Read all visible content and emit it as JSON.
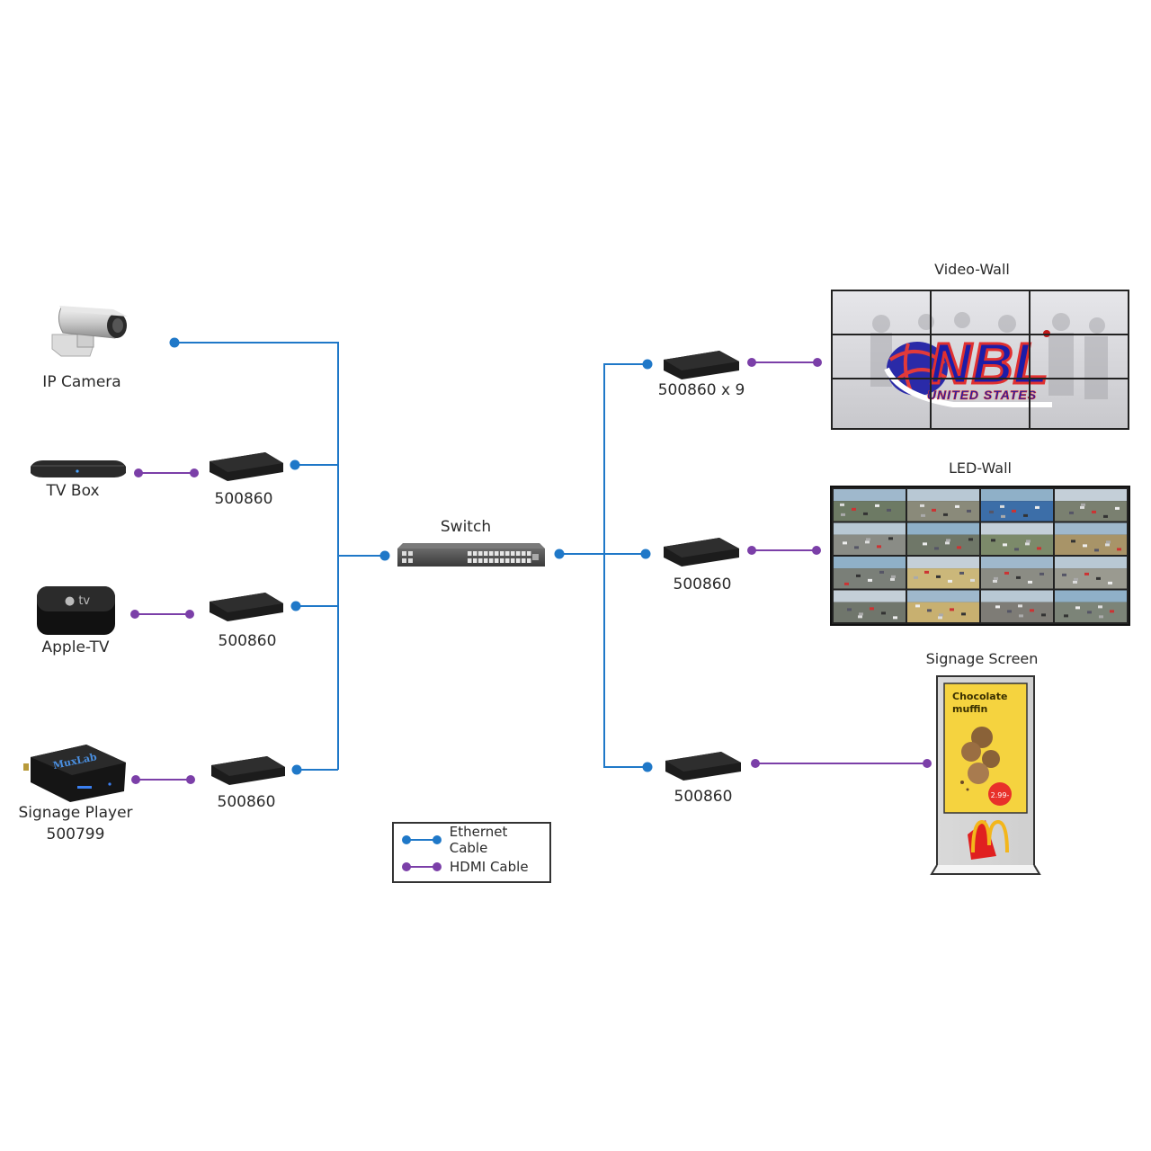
{
  "colors": {
    "ethernet": "#1f78c8",
    "hdmi": "#7b3fa8",
    "extender_body": "#1e1e1e"
  },
  "sources": [
    {
      "id": "ip-camera",
      "label": "IP Camera",
      "icon": "security-camera-icon",
      "extender": null
    },
    {
      "id": "tv-box",
      "label": "TV Box",
      "icon": "tv-box-icon",
      "extender": "500860"
    },
    {
      "id": "apple-tv",
      "label": "Apple-TV",
      "icon": "apple-tv-icon",
      "extender": "500860"
    },
    {
      "id": "signage-player",
      "label": "Signage Player",
      "sublabel": "500799",
      "icon": "media-player-icon",
      "extender": "500860",
      "brand": "MuxLab"
    }
  ],
  "switch": {
    "label": "Switch",
    "icon": "network-switch-icon"
  },
  "displays": [
    {
      "id": "video-wall",
      "label": "Video-Wall",
      "extender": "500860 x 9",
      "icon": "video-wall-icon",
      "logo": "NBL",
      "logo_sub": "UNITED STATES"
    },
    {
      "id": "led-wall",
      "label": "LED-Wall",
      "extender": "500860",
      "icon": "led-wall-icon"
    },
    {
      "id": "signage-screen",
      "label": "Signage Screen",
      "extender": "500860",
      "icon": "kiosk-icon",
      "ad_title": "Chocolate",
      "ad_title2": "muffin",
      "price": "2.99-"
    }
  ],
  "legend": {
    "ethernet_label": "Ethernet Cable",
    "hdmi_label": "HDMI Cable"
  }
}
